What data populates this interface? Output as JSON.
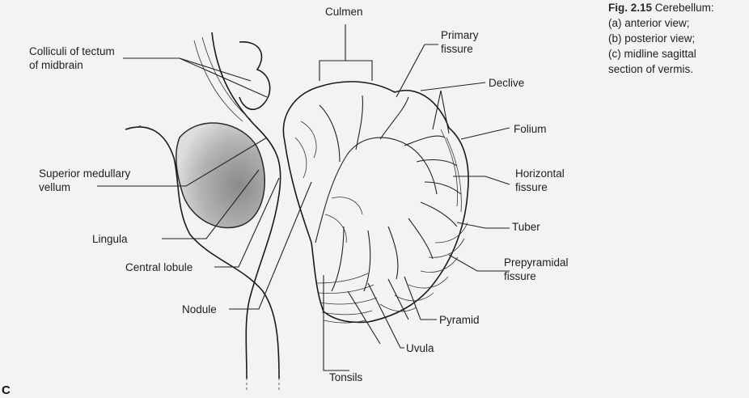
{
  "caption": {
    "figure": "Fig. 2.15",
    "title": "Cerebellum:",
    "lines": [
      "(a) anterior view;",
      "(b) posterior view;",
      "(c) midline sagittal",
      "section of vermis."
    ]
  },
  "panel_letter": "C",
  "labels": {
    "culmen": "Culmen",
    "primary_fissure_1": "Primary",
    "primary_fissure_2": "fissure",
    "colliculi_1": "Colliculi of tectum",
    "colliculi_2": "of midbrain",
    "declive": "Declive",
    "folium": "Folium",
    "superior_medullary_1": "Superior medullary",
    "superior_medullary_2": "vellum",
    "horizontal_fissure_1": "Horizontal",
    "horizontal_fissure_2": "fissure",
    "tuber": "Tuber",
    "lingula": "Lingula",
    "central_lobule": "Central lobule",
    "prepyramidal_1": "Prepyramidal",
    "prepyramidal_2": "fissure",
    "nodule": "Nodule",
    "pyramid": "Pyramid",
    "uvula": "Uvula",
    "tonsils": "Tonsils"
  },
  "colors": {
    "background": "#f4f3f1",
    "ink": "#1e1e1e",
    "shading": "#8a8a8a"
  }
}
